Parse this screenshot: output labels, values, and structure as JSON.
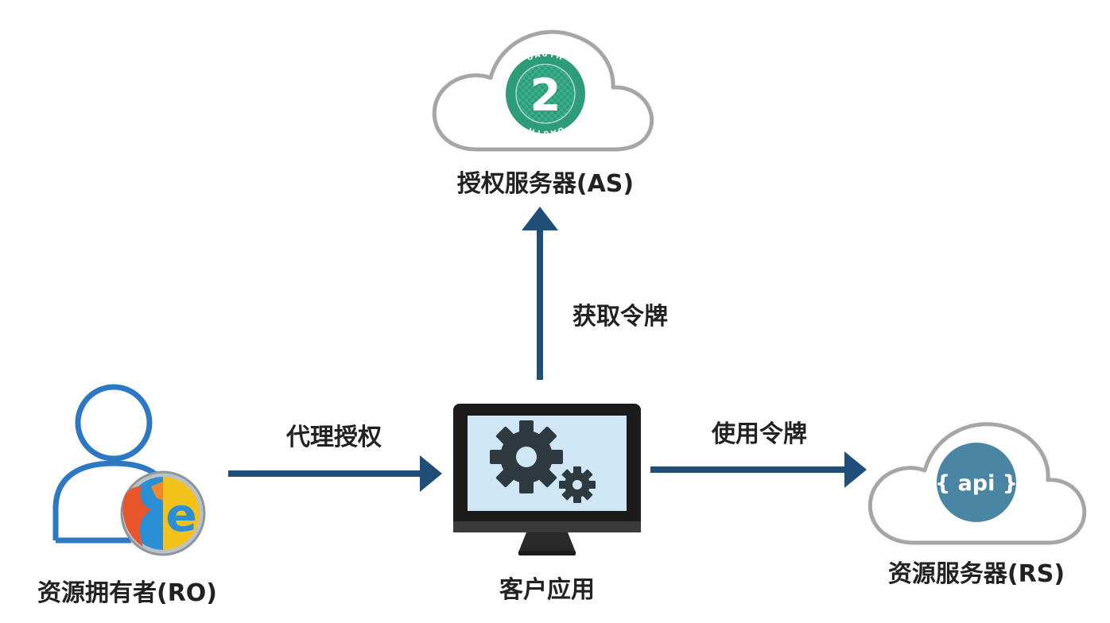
{
  "colors": {
    "arrow": "#1f4e79",
    "label": "#222222",
    "cloud_stroke": "#a6a6a6",
    "oauth_green": "#2e9c78",
    "api_blue": "#4a86a4",
    "person_blue": "#2d78c4",
    "screen": "#cfe6f5",
    "gear": "#2e3a40"
  },
  "nodes": {
    "auth_server": {
      "label": "授权服务器(AS)",
      "badge_number": "2",
      "badge_ring_text": "OAUTH"
    },
    "resource_owner": {
      "label": "资源拥有者(RO)"
    },
    "client": {
      "label": "客户应用"
    },
    "resource_server": {
      "label": "资源服务器(RS)",
      "badge_text": "{ api }"
    }
  },
  "edges": {
    "get_token": {
      "label": "获取令牌"
    },
    "delegate": {
      "label": "代理授权"
    },
    "use_token": {
      "label": "使用令牌"
    }
  }
}
